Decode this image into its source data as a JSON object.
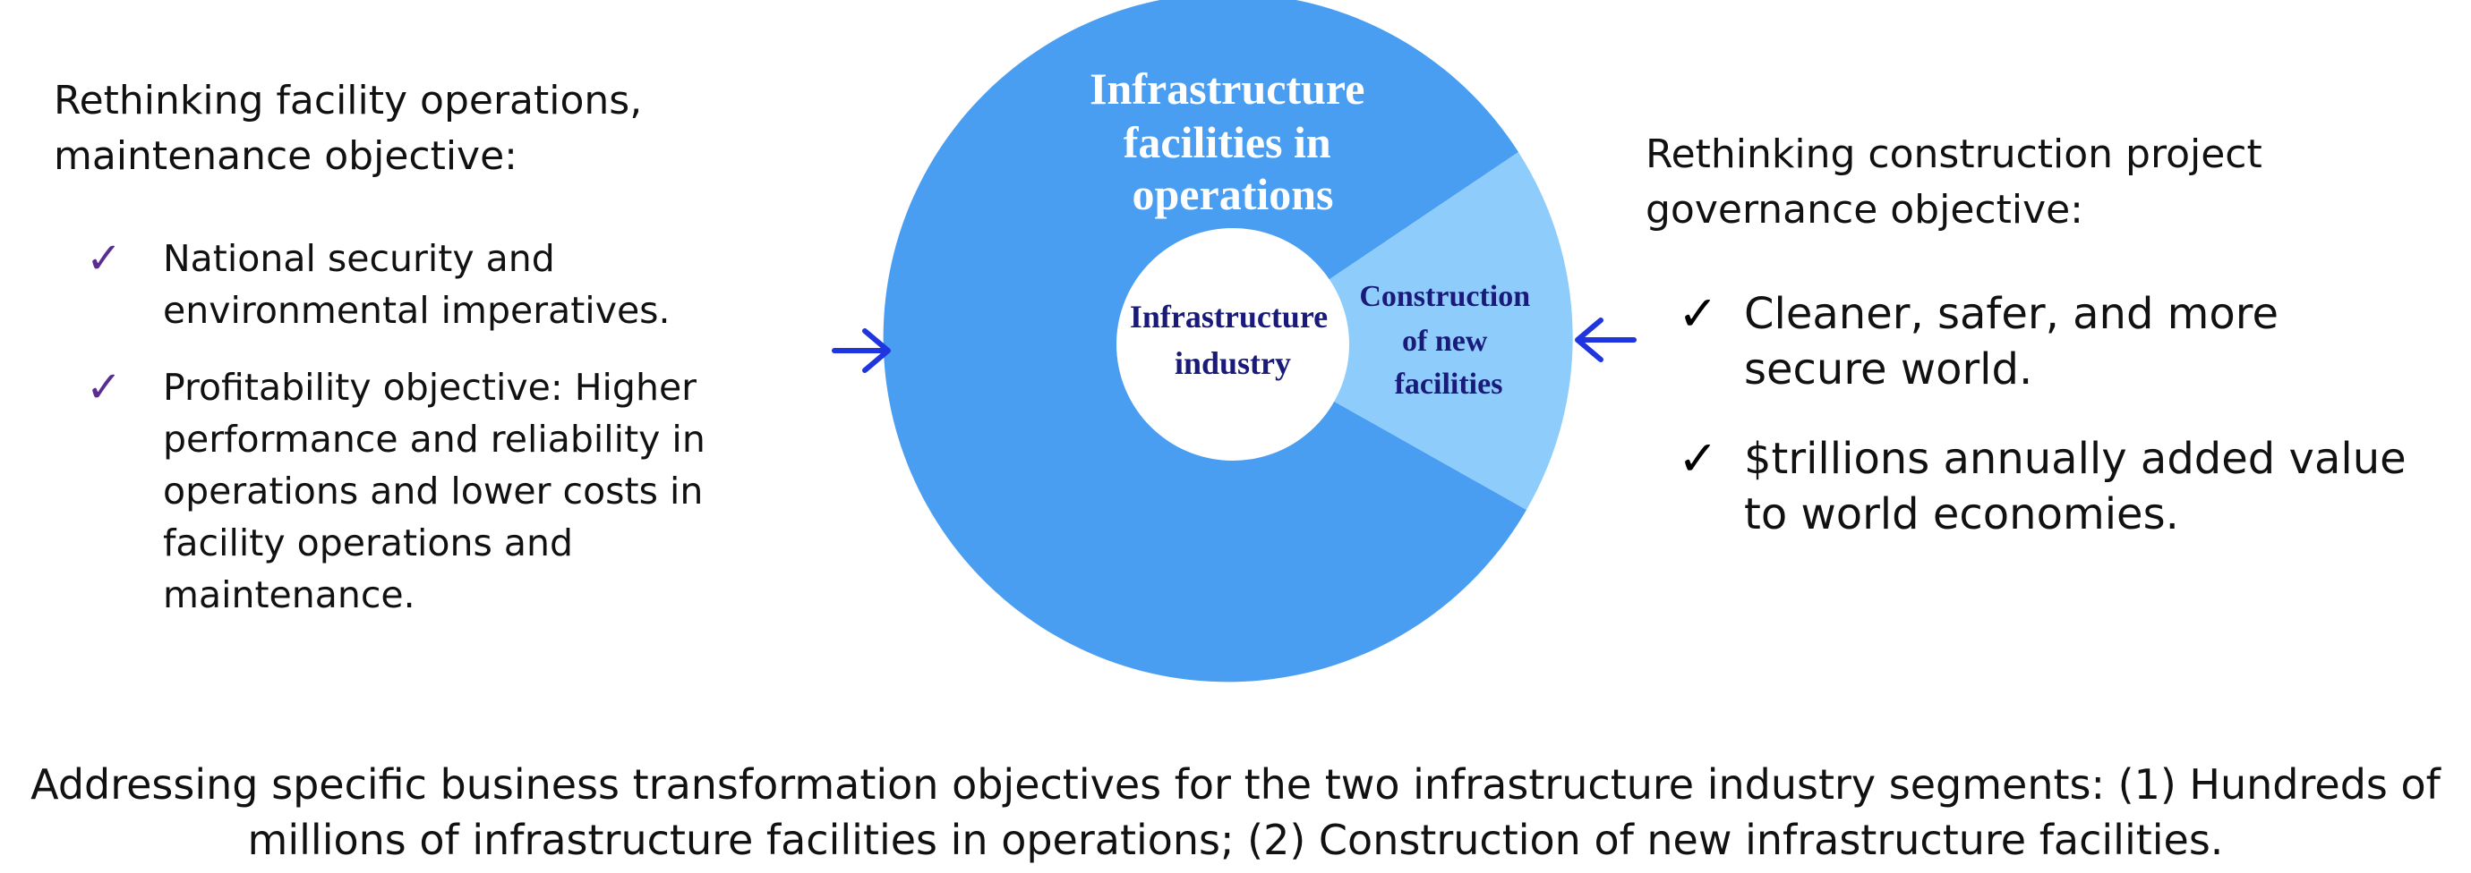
{
  "left_panel": {
    "heading_line1": "Rethinking facility operations,",
    "heading_line2": "maintenance objective:",
    "items": [
      {
        "check": "✓",
        "lines": [
          "National security and",
          "environmental imperatives."
        ]
      },
      {
        "check": "✓",
        "lines": [
          "Profitability objective:  Higher",
          "performance and reliability in",
          "operations and lower costs in",
          "facility operations and",
          "maintenance."
        ]
      }
    ]
  },
  "right_panel": {
    "heading_line1": "Rethinking construction project",
    "heading_line2": "governance objective:",
    "items": [
      {
        "check": "✓",
        "lines": [
          "Cleaner, safer, and more",
          "secure world."
        ]
      },
      {
        "check": "✓",
        "lines": [
          "$trillions annually added value",
          "to world economies."
        ]
      }
    ]
  },
  "diagram": {
    "center_label": [
      "Infrastructure",
      "industry"
    ],
    "operations_label": [
      "Infrastructure",
      "facilities in",
      "operations"
    ],
    "construction_label": [
      "Construction",
      "of new",
      "facilities"
    ],
    "colors": {
      "operations": "#4a9ef2",
      "construction": "#8ecdfb",
      "center": "#ffffff",
      "center_text": "#1a1a7a",
      "operations_text": "#ffffff",
      "arrow": "#1f35e0"
    }
  },
  "footer": {
    "line1": "Addressing specific business transformation objectives for the two infrastructure industry segments: (1) Hundreds of",
    "line2": "millions of infrastructure facilities in operations; (2) Construction of new infrastructure facilities."
  }
}
